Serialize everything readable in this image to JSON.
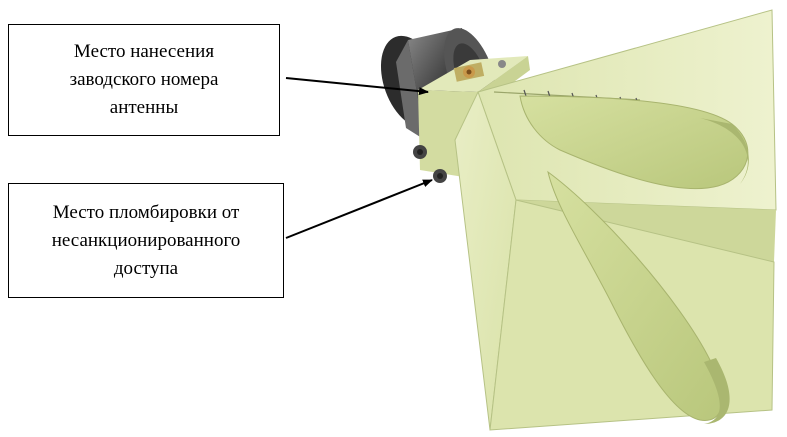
{
  "callouts": [
    {
      "id": "serial-number-location",
      "lines": [
        "Место нанесения",
        "заводского номера",
        "антенны"
      ]
    },
    {
      "id": "seal-location",
      "lines": [
        "Место пломбировки от",
        "несанкционированного",
        "доступа"
      ]
    }
  ],
  "colors": {
    "horn_face": "#e6ecbf",
    "horn_face_shadow": "#cfd9a2",
    "horn_edge": "#b6c285",
    "fin": "#c9d68e",
    "fin_light": "#dfe7b3",
    "connector_dark": "#3a3a3a",
    "connector_mid": "#6a6a6a",
    "brass": "#c9994a",
    "arrow": "#000000"
  }
}
